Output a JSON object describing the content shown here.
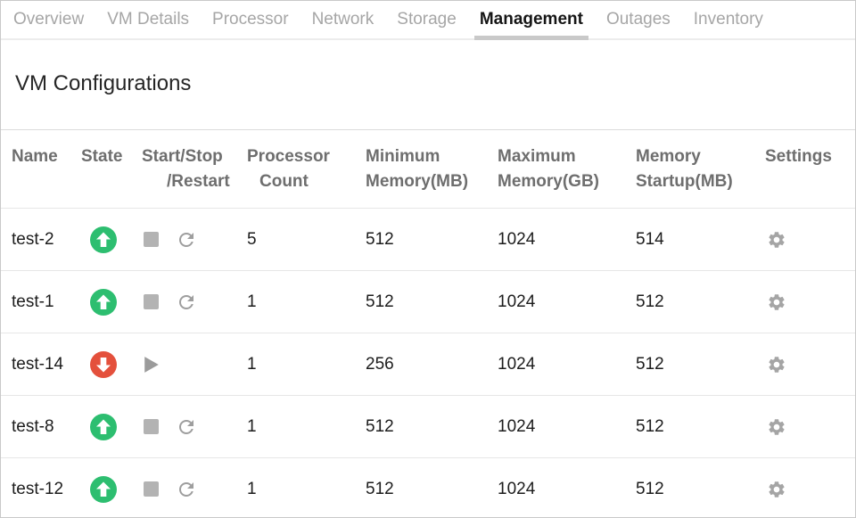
{
  "tabs": [
    {
      "label": "Overview",
      "active": false
    },
    {
      "label": "VM Details",
      "active": false
    },
    {
      "label": "Processor",
      "active": false
    },
    {
      "label": "Network",
      "active": false
    },
    {
      "label": "Storage",
      "active": false
    },
    {
      "label": "Management",
      "active": true
    },
    {
      "label": "Outages",
      "active": false
    },
    {
      "label": "Inventory",
      "active": false
    }
  ],
  "page": {
    "title": "VM Configurations"
  },
  "table": {
    "columns": [
      {
        "line1": "Name",
        "line2": ""
      },
      {
        "line1": "State",
        "line2": ""
      },
      {
        "line1": "Start/Stop",
        "line2": "/Restart"
      },
      {
        "line1": "Processor",
        "line2": "Count"
      },
      {
        "line1": "Minimum",
        "line2": "Memory(MB)"
      },
      {
        "line1": "Maximum",
        "line2": "Memory(GB)"
      },
      {
        "line1": "Memory",
        "line2": "Startup(MB)"
      },
      {
        "line1": "Settings",
        "line2": ""
      }
    ],
    "rows": [
      {
        "name": "test-2",
        "state": "up",
        "processor_count": "5",
        "min_memory_mb": "512",
        "max_memory_gb": "1024",
        "memory_startup_mb": "514"
      },
      {
        "name": "test-1",
        "state": "up",
        "processor_count": "1",
        "min_memory_mb": "512",
        "max_memory_gb": "1024",
        "memory_startup_mb": "512"
      },
      {
        "name": "test-14",
        "state": "down",
        "processor_count": "1",
        "min_memory_mb": "256",
        "max_memory_gb": "1024",
        "memory_startup_mb": "512"
      },
      {
        "name": "test-8",
        "state": "up",
        "processor_count": "1",
        "min_memory_mb": "512",
        "max_memory_gb": "1024",
        "memory_startup_mb": "512"
      },
      {
        "name": "test-12",
        "state": "up",
        "processor_count": "1",
        "min_memory_mb": "512",
        "max_memory_gb": "1024",
        "memory_startup_mb": "512"
      }
    ]
  },
  "icons": {
    "state_up": "arrow-up-circle",
    "state_down": "arrow-down-circle",
    "stop": "stop-square",
    "restart": "circular-arrow",
    "start": "play-triangle",
    "settings": "gear"
  },
  "colors": {
    "state_up": "#2dbe70",
    "state_down": "#e4503c",
    "icon_gray": "#9e9e9e",
    "active_tab_underline": "#c9c9c9"
  }
}
